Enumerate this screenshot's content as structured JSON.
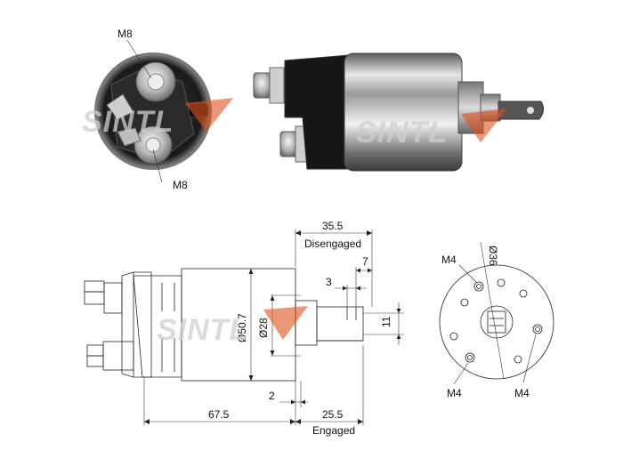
{
  "photo_end": {
    "label_top": "M8",
    "label_bottom": "M8"
  },
  "watermark": "SINTL",
  "side_drawing": {
    "dim_35_5": "35.5",
    "caption_disengaged": "Disengaged",
    "dim_7": "7",
    "dim_3": "3",
    "dim_11": "11",
    "dim_diam_50_7": "Ø50.7",
    "dim_diam_28": "Ø28",
    "dim_2": "2",
    "dim_67_5": "67.5",
    "dim_25_5": "25.5",
    "caption_engaged": "Engaged"
  },
  "end_drawing": {
    "label_m4_top": "M4",
    "dim_diam_36": "Ø36",
    "label_m4_left": "M4",
    "label_m4_right": "M4"
  },
  "colors": {
    "accent": "#e0501e",
    "watermark": "#cfcfcf"
  }
}
